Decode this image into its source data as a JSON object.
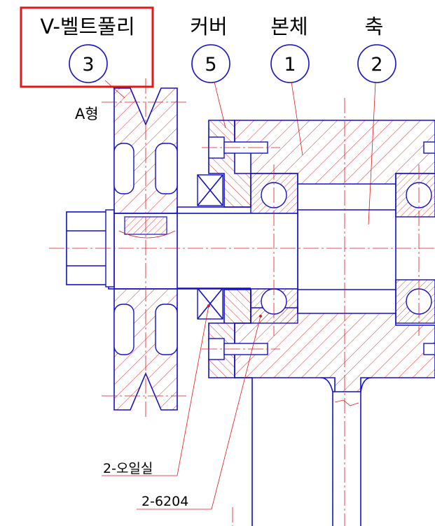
{
  "labels": {
    "pulley": "V-벨트풀리",
    "cover": "커버",
    "body": "본체",
    "shaft": "축",
    "belt_type": "A형",
    "oil_seal": "2-오일실",
    "bearing": "2-6204"
  },
  "balloons": {
    "pulley": "3",
    "cover": "5",
    "body": "1",
    "shaft": "2"
  },
  "colors": {
    "outline": "#1010c8",
    "hatch": "#e01818",
    "highlight_box": "#e01818",
    "text": "#000000"
  }
}
